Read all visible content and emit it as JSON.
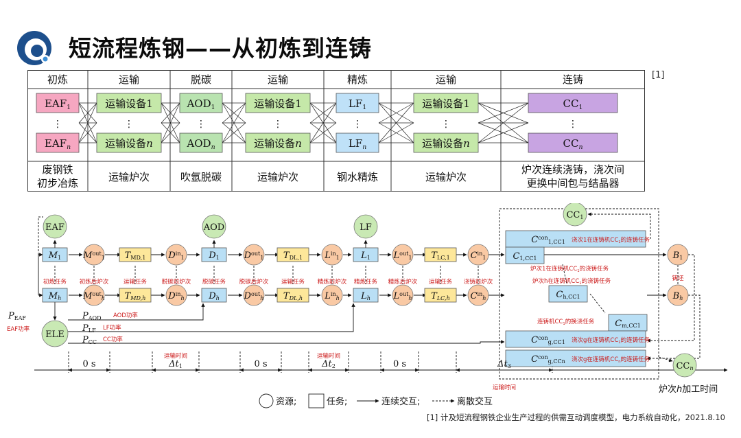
{
  "header": {
    "title": "短流程炼钢——从初炼到连铸",
    "ref_tag": "[1]",
    "logo_icon": "blue-swirl-logo-icon"
  },
  "process_table": {
    "stages": [
      "初炼",
      "运输",
      "脱碳",
      "运输",
      "精炼",
      "运输",
      "连铸"
    ],
    "row1": [
      "EAF",
      "运输设备1",
      "AOD",
      "运输设备1",
      "LF",
      "运输设备1",
      "CC"
    ],
    "row1_sub": [
      "1",
      "",
      "1",
      "",
      "1",
      "",
      "1"
    ],
    "rown": [
      "EAF",
      "运输设备",
      "AOD",
      "运输设备",
      "LF",
      "运输设备",
      "CC"
    ],
    "rown_sub": [
      "n",
      "n",
      "n",
      "n",
      "n",
      "n",
      "n"
    ],
    "dots": "⋮",
    "descriptions": [
      [
        "废钢铁",
        "初步冶炼"
      ],
      [
        "运输炉次"
      ],
      [
        "吹氩脱碳"
      ],
      [
        "运输炉次"
      ],
      [
        "钢水精炼"
      ],
      [
        "运输炉次"
      ],
      [
        "炉次连续浇铸，浇次间",
        "更换中间包与结晶器"
      ]
    ],
    "colors": {
      "eaf": "#f6a7c1",
      "transport": "#c5e8a9",
      "aod": "#b9e3b0",
      "lf": "#bfe1f8",
      "cc": "#c8a4e2"
    }
  },
  "scheduling_diagram": {
    "resources": {
      "eaf": "EAF",
      "aod": "AOD",
      "lf": "LF",
      "ele": "ELE",
      "cc1": "CC",
      "cc1_sub": "1",
      "ccn": "CC",
      "ccn_sub": "n",
      "b1": "B",
      "b1_sub": "1",
      "bh": "B",
      "bh_sub": "h"
    },
    "nodes_row1": [
      "M",
      "M",
      "T",
      "D",
      "D",
      "D",
      "T",
      "L",
      "L",
      "L",
      "T",
      "C"
    ],
    "nodes_row1_sub": [
      "1",
      "1",
      "MD,1",
      "1",
      "1",
      "1",
      "DL,1",
      "1",
      "1",
      "1",
      "LC,1",
      "1"
    ],
    "nodes_row1_sup": [
      "",
      "out",
      "",
      "in",
      "",
      "out",
      "",
      "in",
      "",
      "out",
      "",
      "in"
    ],
    "nodes_rowh_sub": [
      "h",
      "h",
      "MD,h",
      "h",
      "h",
      "h",
      "DL,h",
      "h",
      "h",
      "h",
      "LC,h",
      "h"
    ],
    "task_labels": [
      "初炼任务",
      "初炼后炉次",
      "运输任务",
      "脱碳前炉次",
      "脱碳任务",
      "脱碳后炉次",
      "运输任务",
      "精炼前炉次",
      "精炼任务",
      "精炼后炉次",
      "运输任务",
      "浇铸前炉次"
    ],
    "cc_tasks": [
      {
        "label": "C",
        "sup": "con",
        "sub": "1,CC",
        "subsub": "1",
        "note": "浇次1在连铸机CC",
        "note_sub": "1",
        "note_tail": "的连铸任务"
      },
      {
        "label": "C",
        "sup": "",
        "sub": "1,CC",
        "subsub": "1",
        "note": "炉次1在连铸机CC",
        "note_sub": "1",
        "note_tail": "的浇铸任务"
      },
      {
        "label": "C",
        "sup": "",
        "sub": "h,CC",
        "subsub": "1",
        "note": "炉次h在连铸机CC",
        "note_sub": "1",
        "note_tail": "的浇铸任务"
      },
      {
        "label": "C",
        "sup": "",
        "sub": "m,CC",
        "subsub": "1",
        "note": "连铸机CC",
        "note_sub": "1",
        "note_tail": "的换浇任务"
      },
      {
        "label": "C",
        "sup": "con",
        "sub": "g,CC",
        "subsub": "1",
        "note": "浇次g在连铸机CC",
        "note_sub": "1",
        "note_tail": "的连铸任务"
      },
      {
        "label": "C",
        "sup": "con",
        "sub": "g,CC",
        "subsub": "n",
        "note": "浇次g在连铸机CC",
        "note_sub": "n",
        "note_tail": "的连铸任务"
      }
    ],
    "power": {
      "p_eaf": "P",
      "p_eaf_sub": "EAF",
      "p_eaf_note": "EAF功率",
      "p_aod": "P",
      "p_aod_sub": "AOD",
      "p_aod_note": "AOD功率",
      "p_lf": "P",
      "p_lf_sub": "LF",
      "p_lf_note": "LF功率",
      "p_cc": "P",
      "p_cc_sub": "CC",
      "p_cc_note": "CC功率"
    },
    "casting_label": "铸坯",
    "timing": {
      "zero": "0 s",
      "dt1": "Δt",
      "dt1_sub": "1",
      "dt2": "Δt",
      "dt2_sub": "2",
      "dt3": "Δt",
      "dt3_sub": "3",
      "transport_time": "运输时间",
      "axis_label_pre": "炉次",
      "axis_label_var": "h",
      "axis_label_post": "加工时间"
    },
    "legend": {
      "resource": "资源;",
      "task": "任务;",
      "continuous": "连续交互;",
      "discrete": "离散交互"
    },
    "colors": {
      "orange": "#f9c9a4",
      "yellow": "#fde79a",
      "blue": "#b9dff5",
      "green": "#c9e9b4",
      "red_note": "#cc1b1b"
    }
  },
  "footer": {
    "citation": "[1] 计及短流程钢铁企业生产过程的供需互动调度模型，电力系统自动化，2021.8.10"
  }
}
